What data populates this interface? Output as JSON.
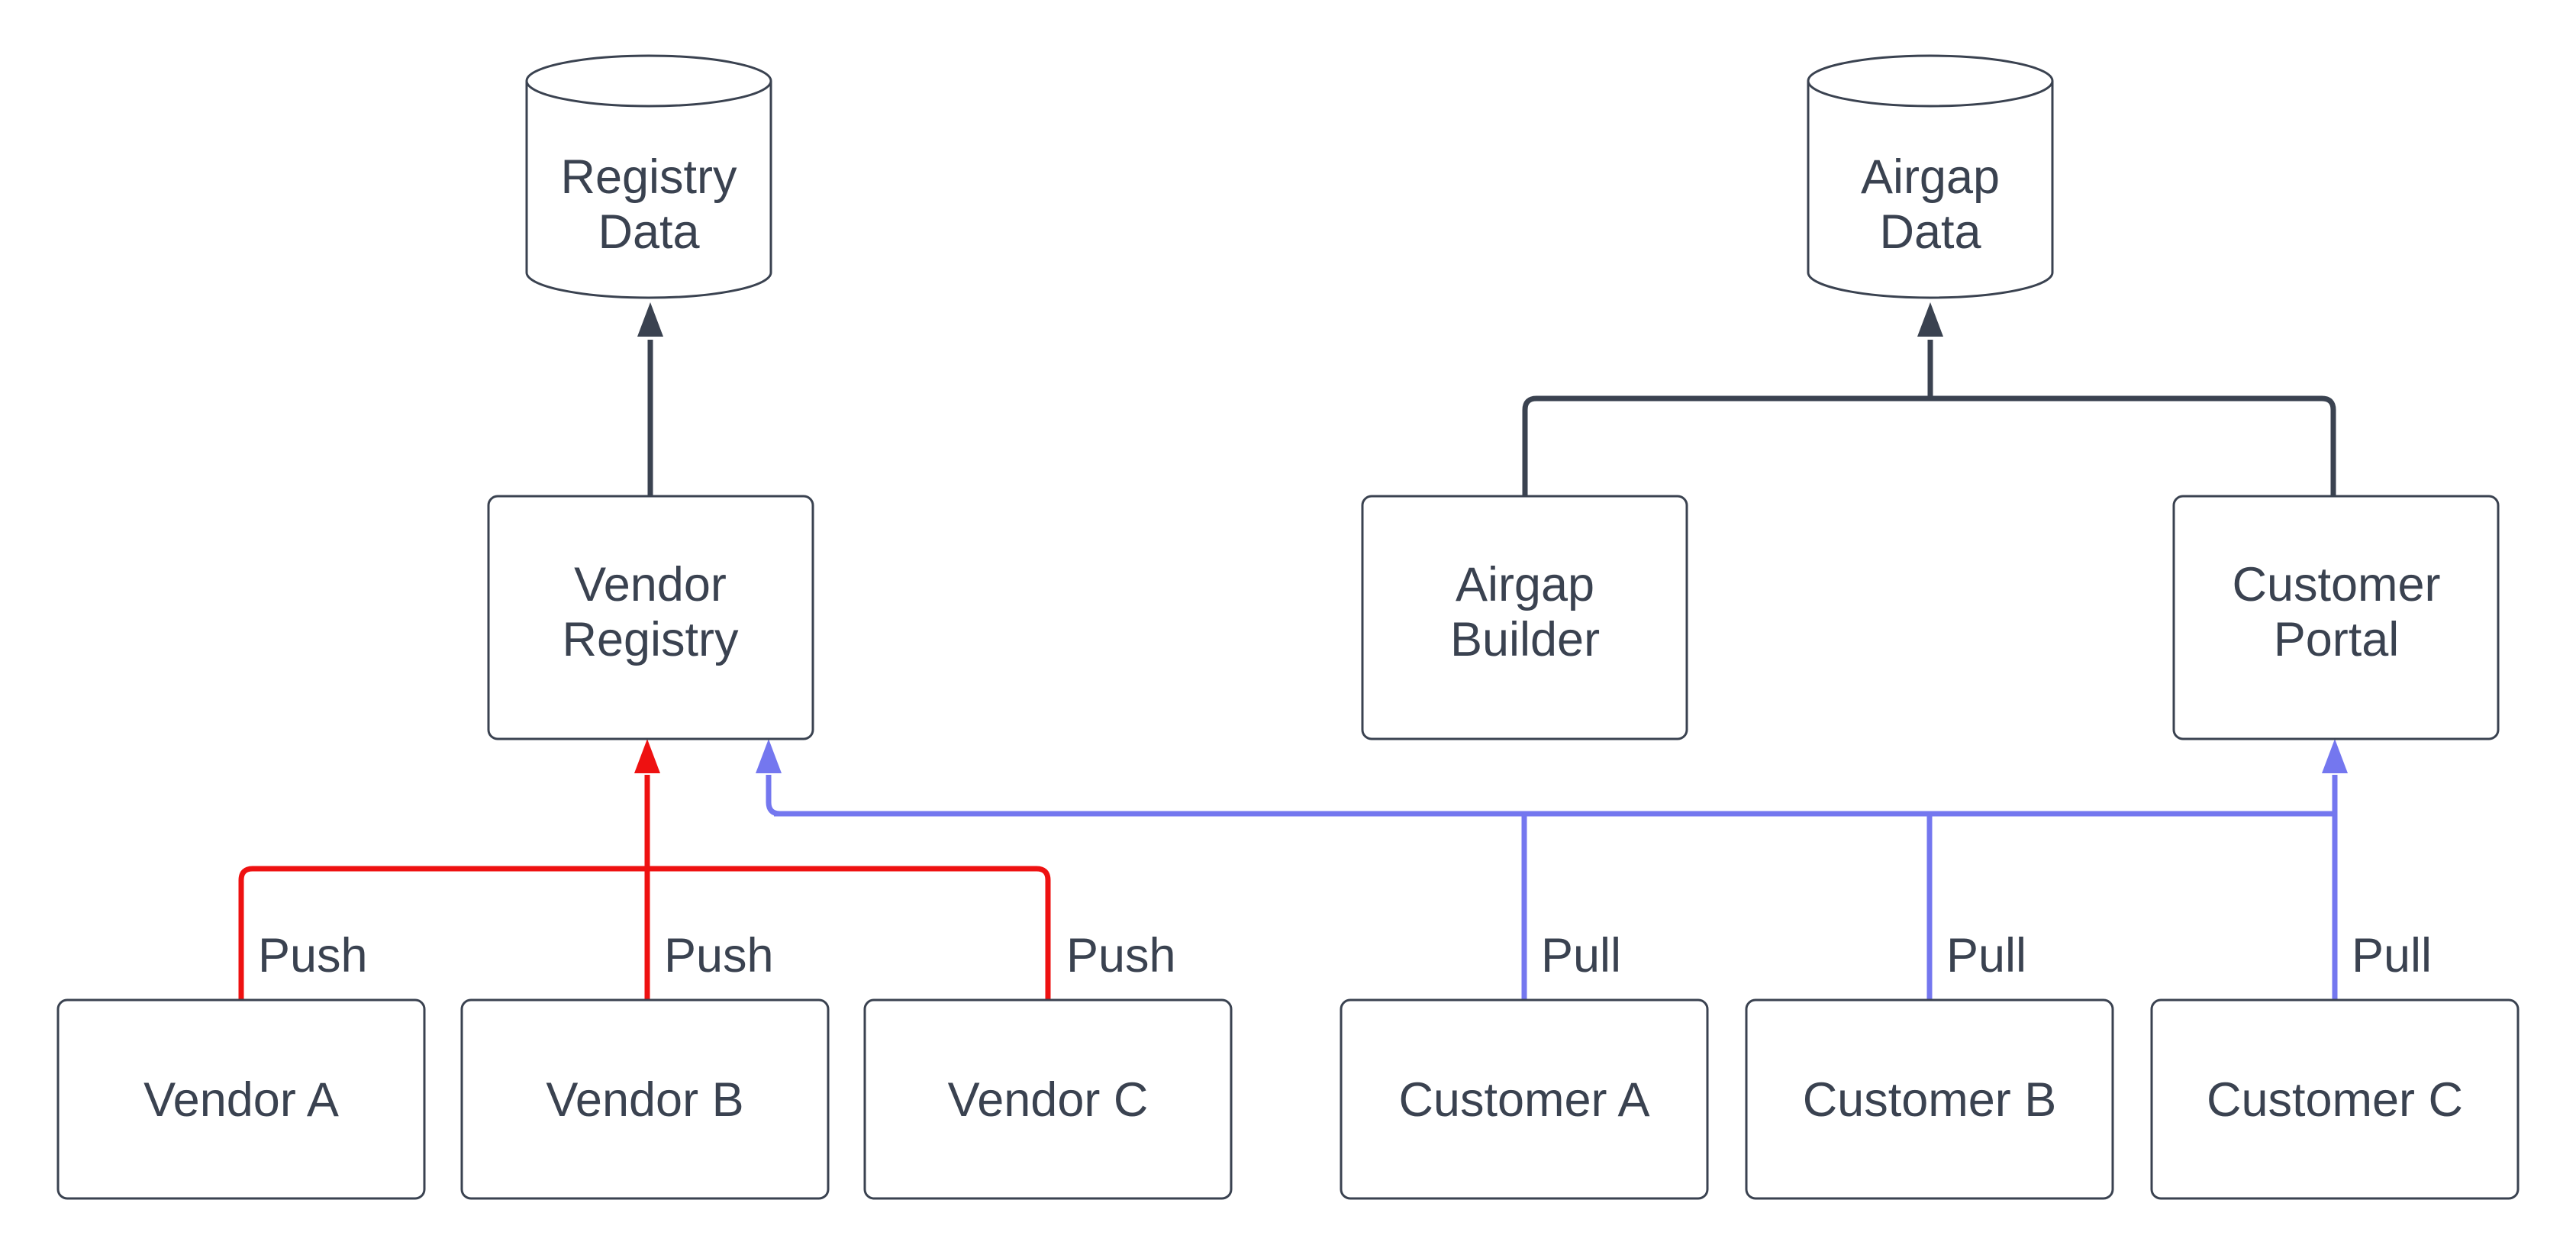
{
  "diagram": {
    "background": "#ffffff",
    "colors": {
      "dark": "#3a4250",
      "red": "#ee1111",
      "blue": "#7477ef"
    },
    "nodes": {
      "registry_data": {
        "type": "cylinder-database",
        "label_line1": "Registry",
        "label_line2": "Data"
      },
      "airgap_data": {
        "type": "cylinder-database",
        "label_line1": "Airgap",
        "label_line2": "Data"
      },
      "vendor_registry": {
        "type": "process-box",
        "label_line1": "Vendor",
        "label_line2": "Registry"
      },
      "airgap_builder": {
        "type": "process-box",
        "label_line1": "Airgap",
        "label_line2": "Builder"
      },
      "customer_portal": {
        "type": "process-box",
        "label_line1": "Customer",
        "label_line2": "Portal"
      },
      "vendor_a": {
        "type": "process-box",
        "label": "Vendor A"
      },
      "vendor_b": {
        "type": "process-box",
        "label": "Vendor B"
      },
      "vendor_c": {
        "type": "process-box",
        "label": "Vendor C"
      },
      "customer_a": {
        "type": "process-box",
        "label": "Customer A"
      },
      "customer_b": {
        "type": "process-box",
        "label": "Customer B"
      },
      "customer_c": {
        "type": "process-box",
        "label": "Customer C"
      }
    },
    "edge_labels": {
      "push": "Push",
      "pull": "Pull"
    },
    "edges": [
      {
        "from": "vendor_registry",
        "to": "registry_data",
        "label": "",
        "color": "dark",
        "arrow": "into-registry-data"
      },
      {
        "from": "airgap_builder",
        "to": "airgap_data",
        "label": "",
        "color": "dark",
        "arrow": "into-airgap-data"
      },
      {
        "from": "customer_portal",
        "to": "airgap_data",
        "label": "",
        "color": "dark",
        "arrow": "into-airgap-data"
      },
      {
        "from": "vendor_a",
        "to": "vendor_registry",
        "label": "Push",
        "color": "red",
        "arrow": "into-vendor-registry"
      },
      {
        "from": "vendor_b",
        "to": "vendor_registry",
        "label": "Push",
        "color": "red",
        "arrow": "into-vendor-registry"
      },
      {
        "from": "vendor_c",
        "to": "vendor_registry",
        "label": "Push",
        "color": "red",
        "arrow": "into-vendor-registry"
      },
      {
        "from": "customer_a",
        "to": [
          "vendor_registry",
          "customer_portal"
        ],
        "label": "Pull",
        "color": "blue",
        "arrow": "shared-bus"
      },
      {
        "from": "customer_b",
        "to": [
          "vendor_registry",
          "customer_portal"
        ],
        "label": "Pull",
        "color": "blue",
        "arrow": "shared-bus"
      },
      {
        "from": "customer_c",
        "to": [
          "vendor_registry",
          "customer_portal"
        ],
        "label": "Pull",
        "color": "blue",
        "arrow": "shared-bus"
      }
    ]
  }
}
